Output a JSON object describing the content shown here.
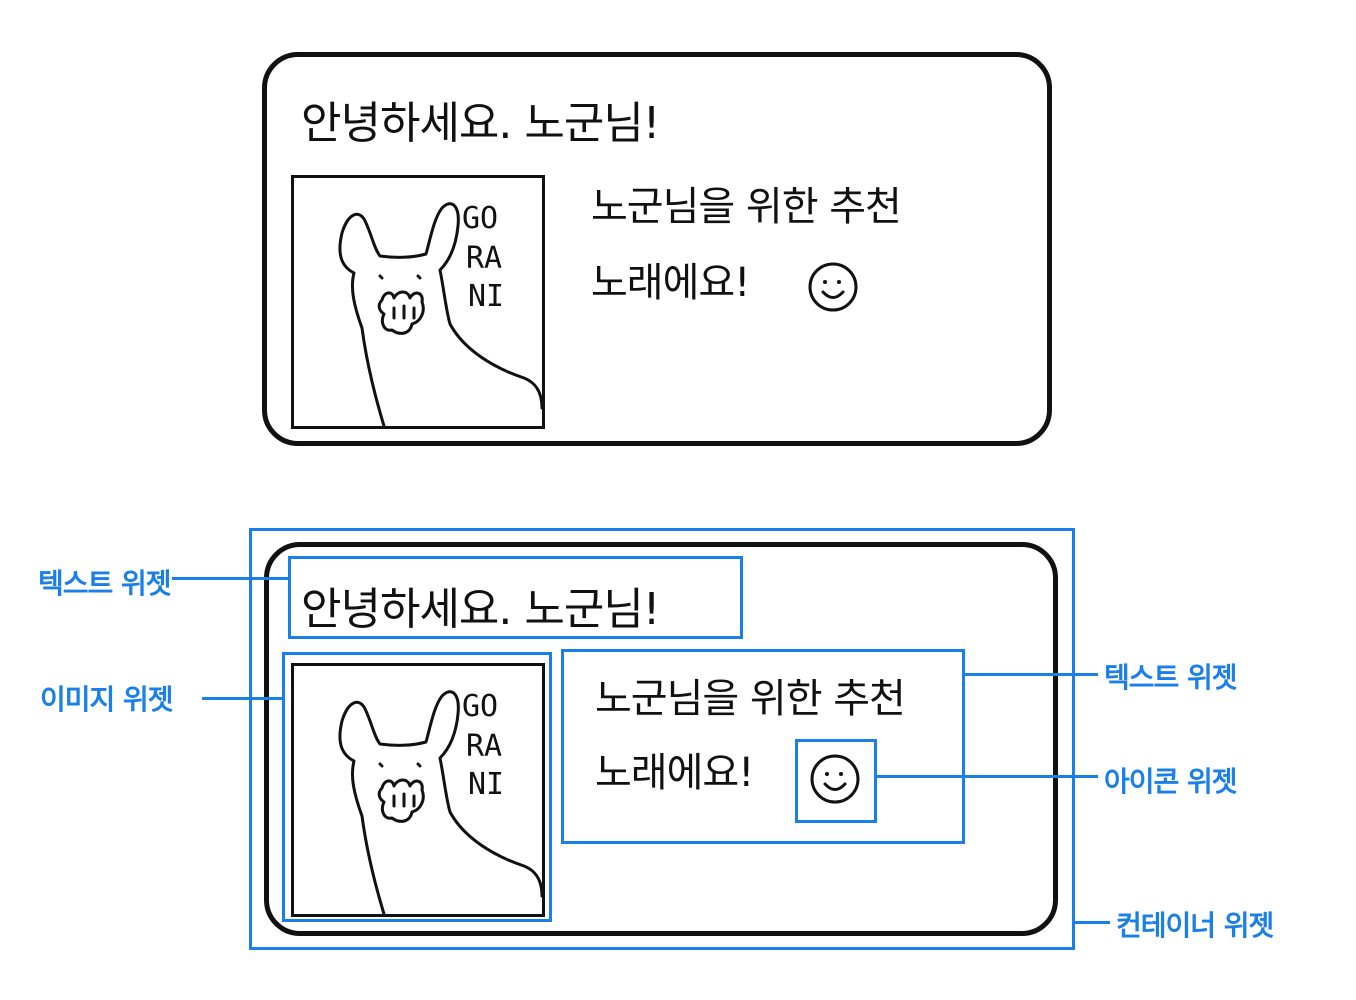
{
  "card": {
    "greeting": "안녕하세요. 노군님!",
    "recommend_line1": "노군님을 위한 추천",
    "recommend_line2": "노래에요!",
    "image_caption": [
      "GO",
      "RA",
      "NI"
    ],
    "icon": "smiley-face-icon"
  },
  "annotations": {
    "text_widget_left": "텍스트 위젯",
    "image_widget": "이미지 위젯",
    "text_widget_right": "텍스트 위젯",
    "icon_widget": "아이콘 위젯",
    "container_widget": "컨테이너 위젯"
  },
  "colors": {
    "annotation": "#1a7fe8",
    "ink": "#111111"
  }
}
